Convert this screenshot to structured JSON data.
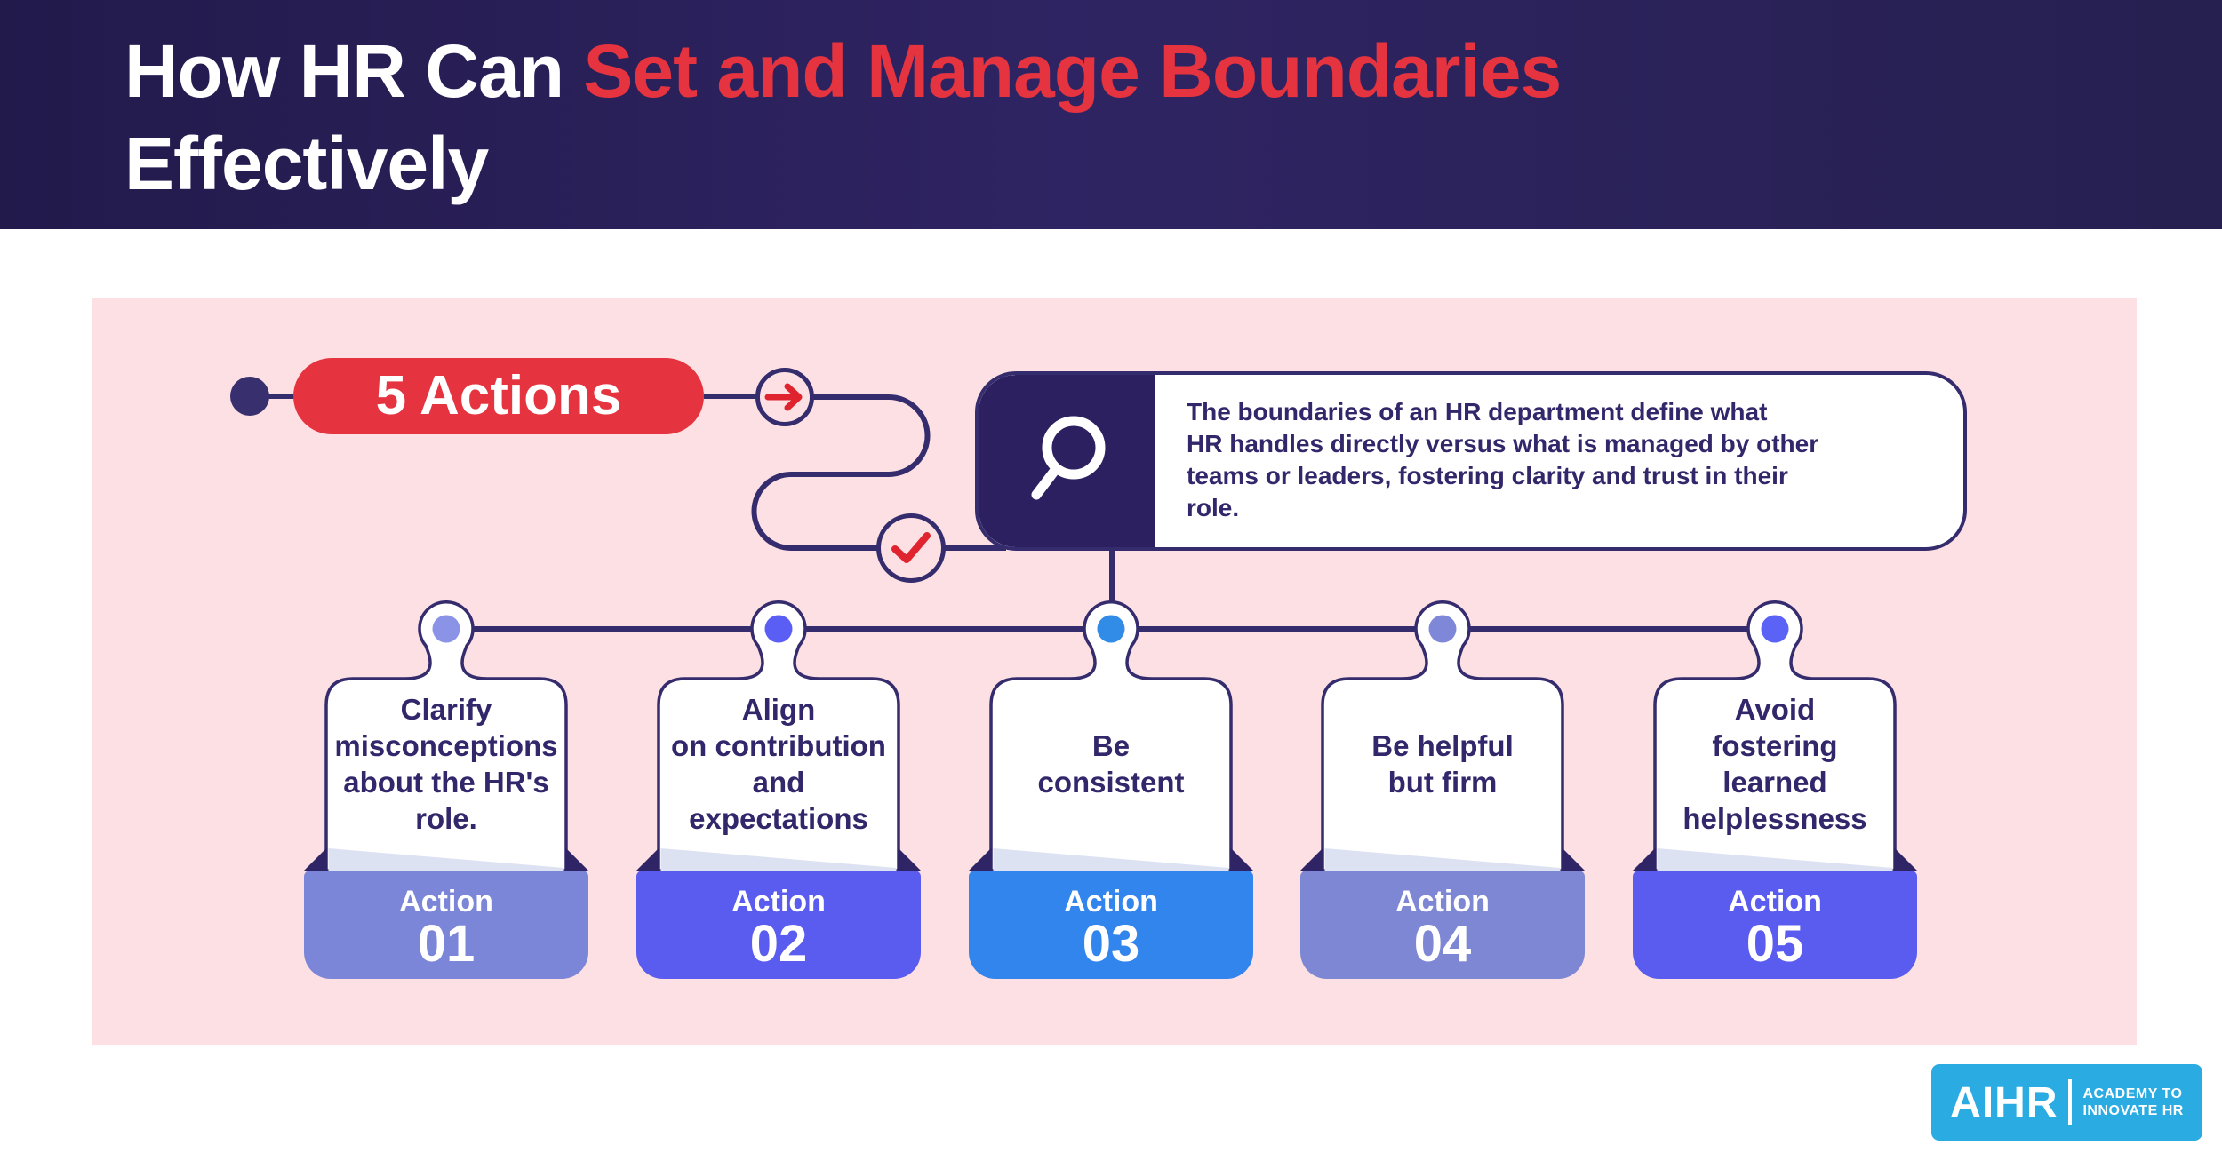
{
  "palette": {
    "red": "#e5333f",
    "icon-red": "#e0242f",
    "pink": "#fce0e3",
    "ink": "#352c6e",
    "ink-text": "#31276a",
    "deep": "#2c2060",
    "dot-ink": "#38306e",
    "wedge": "#2f2566",
    "curl": "#dde2f2",
    "logo-blue": "#2aabe2"
  },
  "header": {
    "title_part1": "How HR Can ",
    "title_highlight": "Set and Manage Boundaries",
    "title_line2": "Effectively"
  },
  "badge": {
    "label": "5 Actions"
  },
  "info_card": {
    "text": "The boundaries of an HR department define what\nHR handles directly versus what is managed by other\nteams or leaders, fostering clarity and trust in their\nrole."
  },
  "icons": {
    "arrow": "arrow-right-icon",
    "check": "checkmark-icon",
    "search": "magnifier-icon"
  },
  "actions": [
    {
      "label": "Action",
      "num": "01",
      "text": "Clarify\nmisconceptions\nabout the HR's\nrole.",
      "band_color": "#7b86d8",
      "dot_color": "#8b93e6"
    },
    {
      "label": "Action",
      "num": "02",
      "text": "Align\non contribution\nand\nexpectations",
      "band_color": "#5a5cf0",
      "dot_color": "#5a5ef5"
    },
    {
      "label": "Action",
      "num": "03",
      "text": "Be\nconsistent",
      "band_color": "#3285ec",
      "dot_color": "#318ce8"
    },
    {
      "label": "Action",
      "num": "04",
      "text": "Be helpful\nbut firm",
      "band_color": "#7d87d4",
      "dot_color": "#7f88d8"
    },
    {
      "label": "Action",
      "num": "05",
      "text": "Avoid\nfostering\nlearned\nhelplessness",
      "band_color": "#5a5cf0",
      "dot_color": "#5b63f7"
    }
  ],
  "logo": {
    "name": "AIHR",
    "tagline": "ACADEMY TO\nINNOVATE HR"
  }
}
